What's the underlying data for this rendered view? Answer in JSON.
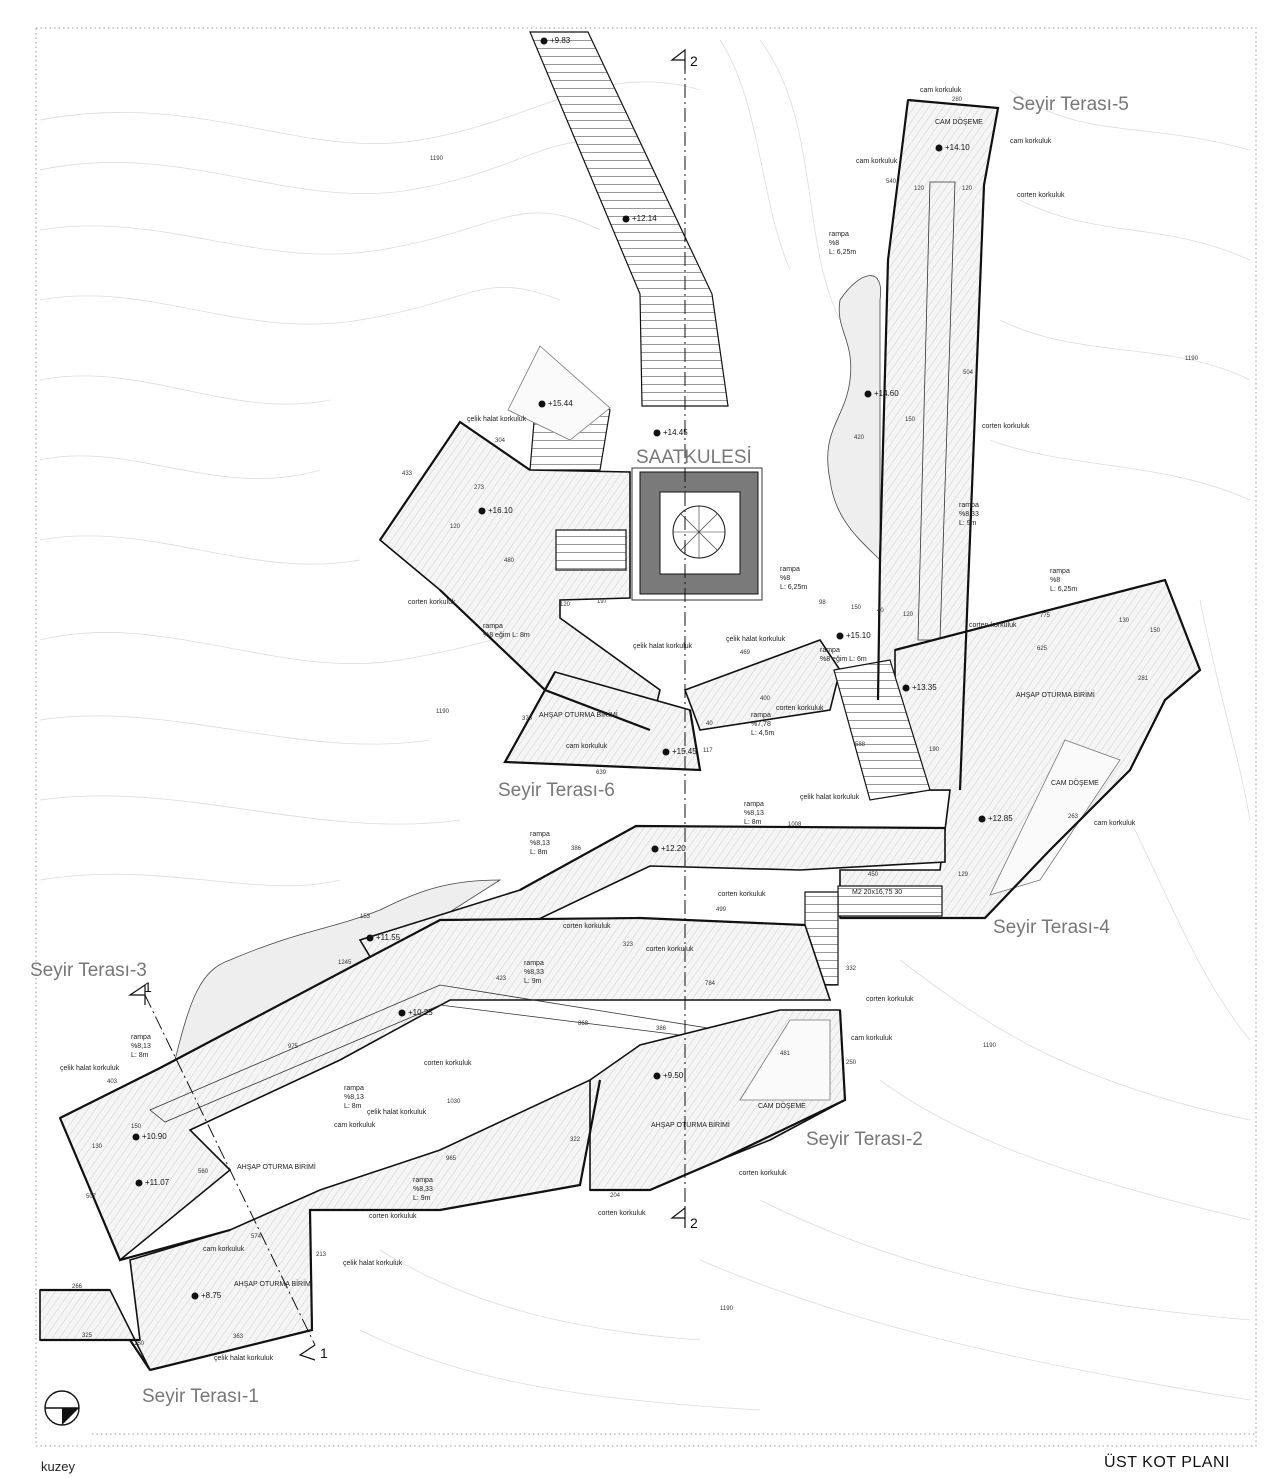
{
  "title": "ÜST KOT PLANI",
  "north": {
    "label": "kuzey",
    "icon": "north-arrow-icon"
  },
  "tower": {
    "label": "SAATKULESİ"
  },
  "terraces": {
    "t1": "Seyir Terası-1",
    "t2": "Seyir Terası-2",
    "t3": "Seyir Terası-3",
    "t4": "Seyir Terası-4",
    "t5": "Seyir Terası-5",
    "t6": "Seyir Terası-6"
  },
  "sections": {
    "s1a": "1",
    "s1b": "1",
    "s2a": "2",
    "s2b": "2"
  },
  "elevations": {
    "e983": "+9.83",
    "e1214": "+12.14",
    "e1445": "+14.45",
    "e1544": "+15.44",
    "e1610": "+16.10",
    "e1410": "+14.10",
    "e1460": "+14.60",
    "e1510": "+15.10",
    "e1335": "+13.35",
    "e1545": "+15.45",
    "e1285": "+12.85",
    "e1220": "+12.20",
    "e1155": "+11.55",
    "e1025": "+10.25",
    "e950": "+9.50",
    "e1090": "+10.90",
    "e1107": "+11.07",
    "e875": "+8.75"
  },
  "notes": {
    "celik_halat_korkuluk": "çelik halat korkuluk",
    "corten_korkuluk": "corten korkuluk",
    "cam_korkuluk": "cam korkuluk",
    "cam_doseme": "CAM DÖŞEME",
    "ahsap_oturma": "AHŞAP OTURMA BİRİMİ",
    "rampa": "rampa",
    "r8": "%8",
    "r8_13": "%8,13",
    "r8_33": "%8,33",
    "r7_78": "%7,78",
    "r8_egim_8m": "%8 eğim L: 8m",
    "r8_egim_6m": "%8 eğim L: 6m",
    "l625": "L: 6,25m",
    "l8": "L: 8m",
    "l9": "L: 9m",
    "l45": "L: 4,5m",
    "stair_spec": "M2 20x16,75 30"
  },
  "dims": [
    "280",
    "540",
    "120",
    "120",
    "304",
    "273",
    "433",
    "120",
    "480",
    "197",
    "120",
    "469",
    "98",
    "420",
    "150",
    "120",
    "40",
    "775",
    "150",
    "625",
    "190",
    "370",
    "639",
    "117",
    "1008",
    "386",
    "153",
    "1245",
    "323",
    "423",
    "784",
    "868",
    "386",
    "975",
    "403",
    "130",
    "507",
    "266",
    "325",
    "150",
    "1030",
    "965",
    "204",
    "322",
    "332",
    "250",
    "481",
    "450",
    "499",
    "129",
    "263",
    "40",
    "400",
    "588",
    "504",
    "150",
    "130",
    "281",
    "213",
    "574",
    "560",
    "150",
    "363"
  ],
  "contour_labels": [
    "1190",
    "1190",
    "1190",
    "1190",
    "1190"
  ]
}
